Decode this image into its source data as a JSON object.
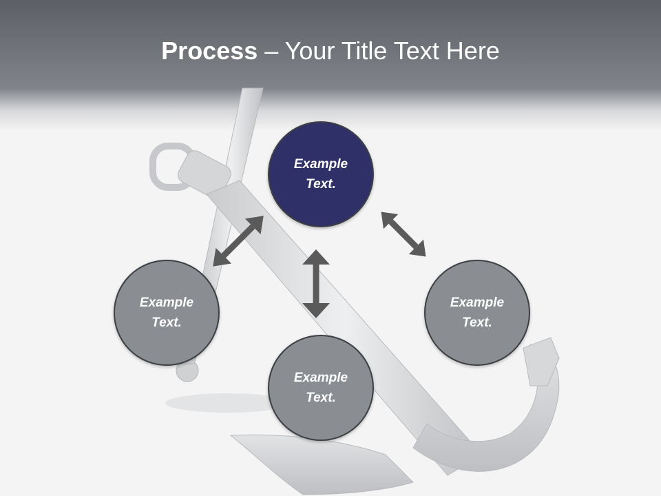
{
  "title": {
    "bold": "Process",
    "rest": " – Your Title Text Here"
  },
  "nodes": [
    {
      "id": "top",
      "text": "Example\nText.",
      "color": "#303068"
    },
    {
      "id": "left",
      "text": "Example\nText.",
      "color": "#8a8e93"
    },
    {
      "id": "bottom",
      "text": "Example\nText.",
      "color": "#8a8e93"
    },
    {
      "id": "right",
      "text": "Example\nText.",
      "color": "#8a8e93"
    }
  ],
  "colors": {
    "header": "#6d7176",
    "arrow": "#5a5a5a",
    "accent": "#303068",
    "node": "#8a8e93"
  },
  "background_image": "anchor-illustration"
}
